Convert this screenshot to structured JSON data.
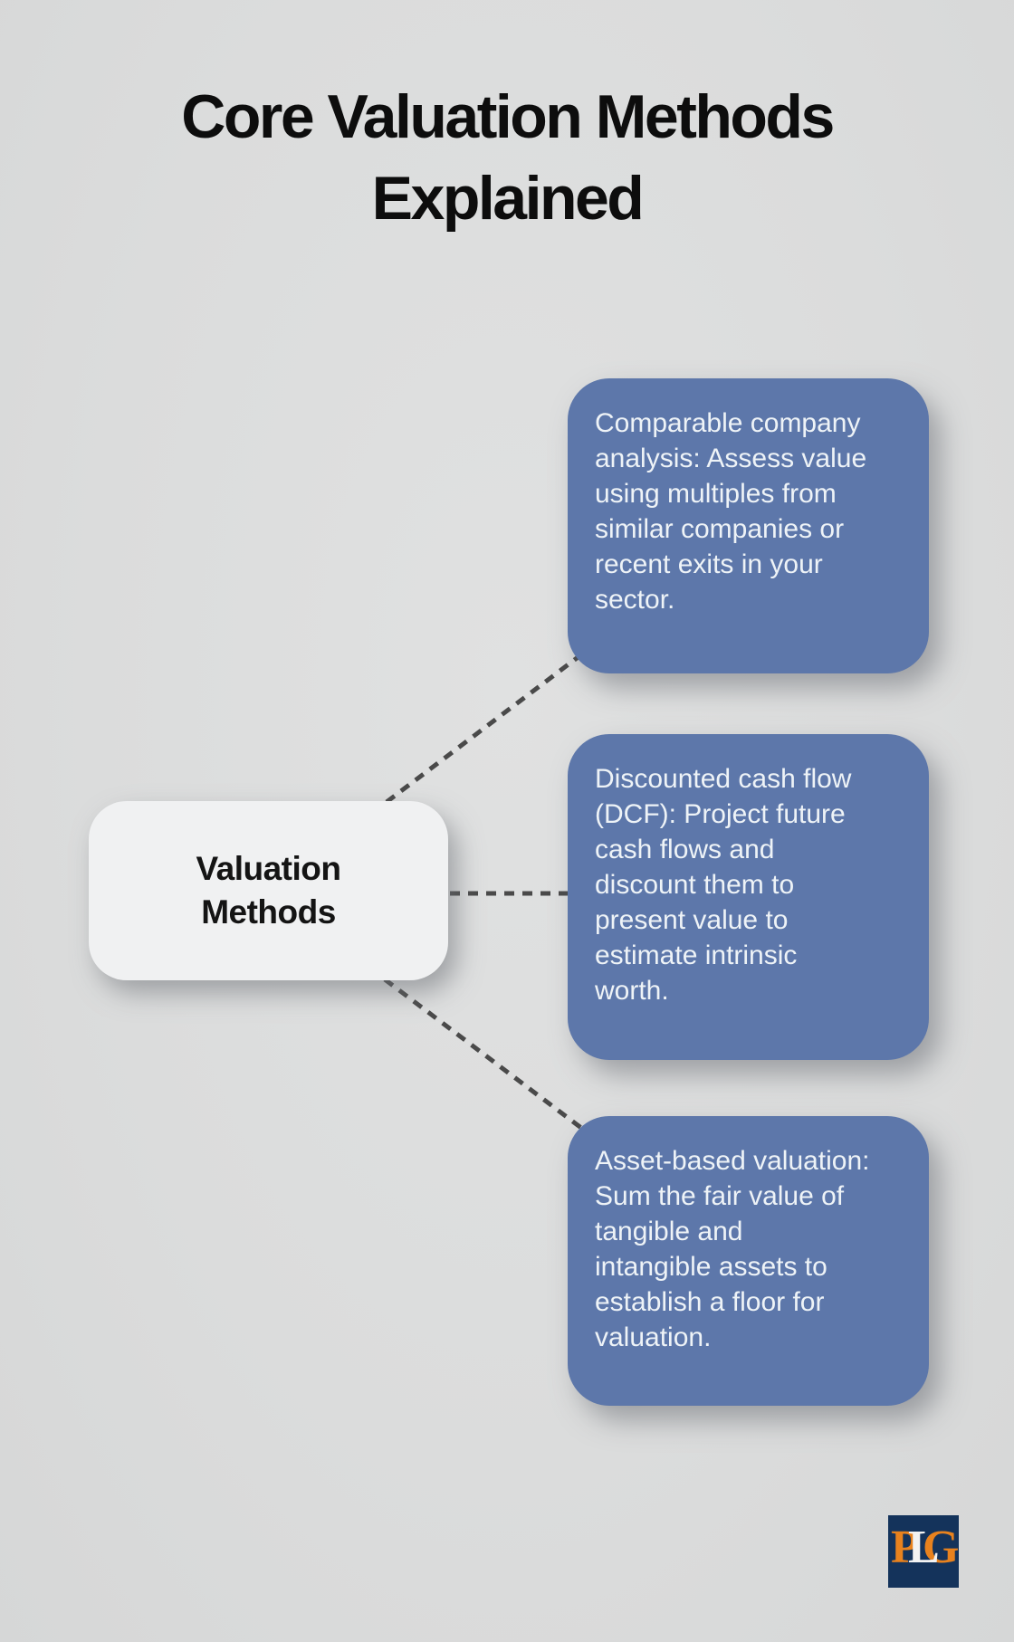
{
  "page": {
    "background": "#dcdddd"
  },
  "title": {
    "lines": [
      "Core Valuation Methods",
      "Explained"
    ]
  },
  "diagram": {
    "root_node": {
      "lines": [
        "Valuation",
        "Methods"
      ]
    },
    "branches": [
      {
        "id": "comparable-company-analysis",
        "lines": [
          "Comparable company",
          "analysis: Assess value",
          "using multiples from",
          "similar companies or",
          "recent exits in your",
          "sector."
        ]
      },
      {
        "id": "discounted-cash-flow",
        "lines": [
          "Discounted cash flow",
          "(DCF): Project future",
          "cash flows and",
          "discount them to",
          "present value to",
          "estimate intrinsic",
          "worth."
        ]
      },
      {
        "id": "asset-based-valuation",
        "lines": [
          "Asset-based valuation:",
          "Sum the fair value of",
          "tangible and",
          "intangible assets to",
          "establish a floor for",
          "valuation."
        ]
      }
    ],
    "colors": {
      "branch_bg": "#5d77aa",
      "branch_text": "#eef3f7",
      "root_bg": "#f0f1f2",
      "root_text": "#141414",
      "connector": "#4a4a4a"
    }
  },
  "logo": {
    "background": "#14335b",
    "letters": [
      {
        "char": "P",
        "color": "#e8821e"
      },
      {
        "char": "L",
        "color": "#f2f2f2"
      },
      {
        "char": "G",
        "color": "#e8821e"
      }
    ]
  }
}
